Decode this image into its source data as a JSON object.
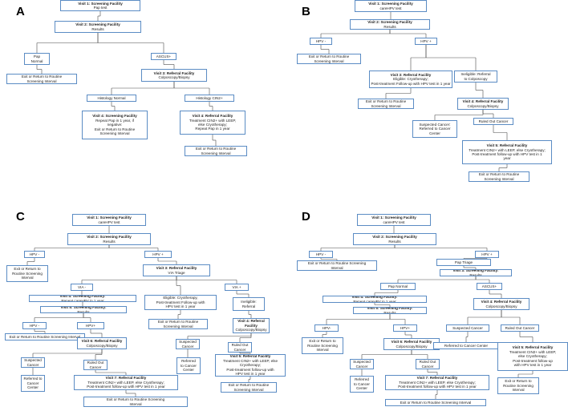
{
  "panels": [
    {
      "letter": "A",
      "nodes": [
        {
          "id": "a1",
          "title": "Visit 1: Screening Facility",
          "body": "Pap test"
        },
        {
          "id": "a2",
          "title": "Visit 2: Screening Facility",
          "body": "Results"
        },
        {
          "id": "a3",
          "title": "",
          "body": "Pap\nNormal"
        },
        {
          "id": "a4",
          "title": "",
          "body": "ASCUS+"
        },
        {
          "id": "a5",
          "title": "",
          "body": "Exit or Return to Routine\nScreening Interval"
        },
        {
          "id": "a6",
          "title": "Visit 3: Referral Facility",
          "body": "Colposcopy/Biopsy"
        },
        {
          "id": "a7",
          "title": "",
          "body": "Histology Normal"
        },
        {
          "id": "a8",
          "title": "",
          "body": "Histology CIN2+"
        },
        {
          "id": "a9",
          "title": "Visit 4: Screening Facility",
          "body": "Repeat Pap in 1 year, if\nnegative:\nExit or Return to Routine\nScreening Interval"
        },
        {
          "id": "a10",
          "title": "Visit 4: Referral Facility",
          "body": "Treatment CIN2+ with LEEP,\nelse Cryotherapy;\nRepeat Pap in 1 year"
        },
        {
          "id": "a11",
          "title": "",
          "body": "Exit or Return to Routine\nScreening Interval"
        }
      ]
    },
    {
      "letter": "B",
      "nodes": [
        {
          "id": "b1",
          "title": "Visit 1: Screening Facility",
          "body": "careHPV test"
        },
        {
          "id": "b2",
          "title": "Visit 2: Screening Facility",
          "body": "Results"
        },
        {
          "id": "b3",
          "title": "",
          "body": "HPV -"
        },
        {
          "id": "b4",
          "title": "",
          "body": "HPV +"
        },
        {
          "id": "b5",
          "title": "",
          "body": "Exit or Return to Routine\nScreening Interval"
        },
        {
          "id": "b6",
          "title": "Visit 3: Referral Facility",
          "body": "Eligible: Cryotherapy;\nPost-treatment Follow-up with HPV test in 1 year"
        },
        {
          "id": "b7",
          "title": "",
          "body": "Ineligible: Referral\nto Colposcopy"
        },
        {
          "id": "b8",
          "title": "",
          "body": "Exit or Return to Routine\nScreening Interval"
        },
        {
          "id": "b9",
          "title": "Visit 4: Referral Facility",
          "body": "Colposcopy/Biopsy"
        },
        {
          "id": "b10",
          "title": "",
          "body": "Suspected Cancer:\nReferred to Cancer\nCenter"
        },
        {
          "id": "b11",
          "title": "",
          "body": "Ruled Out Cancer"
        },
        {
          "id": "b12",
          "title": "Visit 5: Referral Facility",
          "body": "Treatment CIN2+ with LEEP, else Cryotherapy;\nPost-treatment follow-up with HPV test in 1\nyear"
        },
        {
          "id": "b13",
          "title": "",
          "body": "Exit or Return to Routine\nScreening Interval"
        }
      ]
    },
    {
      "letter": "C",
      "nodes": [
        {
          "id": "c1",
          "title": "Visit 1: Screening Facility",
          "body": "careHPV test"
        },
        {
          "id": "c2",
          "title": "Visit 2: Screening Facility",
          "body": "Results"
        },
        {
          "id": "c3",
          "title": "",
          "body": "HPV -"
        },
        {
          "id": "c4",
          "title": "",
          "body": "HPV +"
        },
        {
          "id": "c5",
          "title": "",
          "body": "Exit or Return to\nRoutine Screening\nInterval"
        },
        {
          "id": "c6",
          "title": "Visit 3: Referral Facility",
          "body": "VIA Triage"
        },
        {
          "id": "c7",
          "title": "",
          "body": "VIA -"
        },
        {
          "id": "c8",
          "title": "",
          "body": "Eligible: Cryotherapy,\nPost-treatment Follow-up with\nHPV test in 1 year"
        },
        {
          "id": "c9",
          "title": "",
          "body": "VIA +"
        },
        {
          "id": "c10",
          "title": "Visit 4: Screening Facility:",
          "body": "Repeat careHPV in 1 year"
        },
        {
          "id": "c11",
          "title": "",
          "body": "Ineligible:\nReferral"
        },
        {
          "id": "c12",
          "title": "Visit 5: Screening Facility:",
          "body": "Results"
        },
        {
          "id": "c13",
          "title": "",
          "body": "Exit or Return to Routine\nScreening Interval"
        },
        {
          "id": "c14",
          "title": "",
          "body": "HPV -"
        },
        {
          "id": "c15",
          "title": "",
          "body": "HPV+"
        },
        {
          "id": "c16",
          "title": "Visit 4: Referral\nFacility",
          "body": "Colposcopy/Biopsy"
        },
        {
          "id": "c17",
          "title": "",
          "body": "Exit or Return to Routine Screening Interval"
        },
        {
          "id": "c18",
          "title": "Visit 6: Referral Facility",
          "body": "Colposcopy/Biopsy"
        },
        {
          "id": "c19",
          "title": "",
          "body": "Suspected\nCancer"
        },
        {
          "id": "c20",
          "title": "",
          "body": "Ruled Out\nCancer"
        },
        {
          "id": "c21",
          "title": "",
          "body": "Referred\nto Cancer\nCenter"
        },
        {
          "id": "c22",
          "title": "Visit 5: Referral Facility",
          "body": "Treatment CIN2+ with LEEP, else\nCryotherapy;\nPost-treatment follow-up with\nHPV test in 1 year"
        },
        {
          "id": "c23",
          "title": "",
          "body": "Suspected\nCancer"
        },
        {
          "id": "c24",
          "title": "",
          "body": "Ruled Out\nCancer"
        },
        {
          "id": "c25",
          "title": "",
          "body": "Referred to\nCancer\nCenter"
        },
        {
          "id": "c26",
          "title": "Visit 7: Referral Facility",
          "body": "Treatment CIN2+ with LEEP, else Cryotherapy;\nPost-treatment follow-up with HPV test in 1 year"
        },
        {
          "id": "c27",
          "title": "",
          "body": "Exit or Return to Routine\nScreening Interval"
        },
        {
          "id": "c28",
          "title": "",
          "body": "Exit or Return to Routine Screening\nInterval"
        }
      ]
    },
    {
      "letter": "D",
      "nodes": [
        {
          "id": "d1",
          "title": "Visit 1: Screening Facility",
          "body": "careHPV test"
        },
        {
          "id": "d2",
          "title": "Visit 2: Screening Facility",
          "body": "Results"
        },
        {
          "id": "d3",
          "title": "",
          "body": "HPV -"
        },
        {
          "id": "d4",
          "title": "",
          "body": "HPV +"
        },
        {
          "id": "d5",
          "title": "",
          "body": "Exit or Return to Routine Screening\nInterval"
        },
        {
          "id": "d6",
          "title": "",
          "body": "Pap Triage"
        },
        {
          "id": "d7",
          "title": "Visit 3: Screening Facility:",
          "body": "Results"
        },
        {
          "id": "d8",
          "title": "",
          "body": "Pap Normal"
        },
        {
          "id": "d9",
          "title": "",
          "body": "ASCUS+"
        },
        {
          "id": "d10",
          "title": "Visit 4: Screening Facility:",
          "body": "Repeat careHPV in 1 year"
        },
        {
          "id": "d11",
          "title": "Visit 4: Referral Facility",
          "body": "Colposcopy/Biopsy"
        },
        {
          "id": "d12",
          "title": "Visit 5: Screening Facility:",
          "body": "Results"
        },
        {
          "id": "d13",
          "title": "",
          "body": "HPV-"
        },
        {
          "id": "d14",
          "title": "",
          "body": "HPV+"
        },
        {
          "id": "d15",
          "title": "",
          "body": "Suspected Cancer"
        },
        {
          "id": "d16",
          "title": "",
          "body": "Ruled Out Cancer"
        },
        {
          "id": "d17",
          "title": "",
          "body": "Exit or Return to\nRoutine Screening\nInterval"
        },
        {
          "id": "d18",
          "title": "Visit 6: Referral Facility",
          "body": "Colposcopy/Biopsy"
        },
        {
          "id": "d19",
          "title": "",
          "body": "Referred to Cancer Center"
        },
        {
          "id": "d20",
          "title": "Visit 5: Referral Facility",
          "body": "Treatment CIN2+ with LEEP,\nelse Cryotherapy;\nPost-treatment follow-up\nwith HPV test in 1 year"
        },
        {
          "id": "d21",
          "title": "",
          "body": "Suspected\nCancer"
        },
        {
          "id": "d22",
          "title": "",
          "body": "Ruled Out\nCancer"
        },
        {
          "id": "d23",
          "title": "",
          "body": "Referred\nto Cancer\nCenter"
        },
        {
          "id": "d24",
          "title": "Visit 7: Referral Facility",
          "body": "Treatment CIN2+ with LEEP, else Cryotherapy;\nPost-treatment follow-up with HPV test in 1 year"
        },
        {
          "id": "d25",
          "title": "",
          "body": "Exit or Return to\nRoutine Screening\nInterval"
        },
        {
          "id": "d26",
          "title": "",
          "body": "Exit or Return to Routine Screening Interval"
        }
      ]
    }
  ]
}
